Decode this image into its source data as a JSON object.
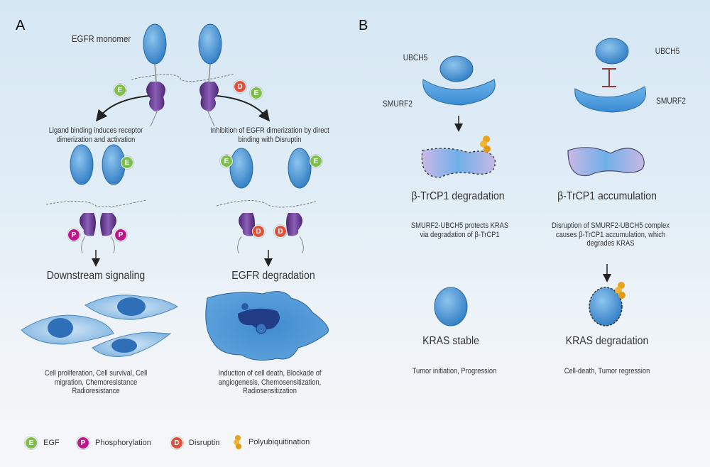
{
  "panels": {
    "a": {
      "letter": "A",
      "monomer_label": "EGFR monomer",
      "left_caption": "Ligand binding induces receptor dimerization and activation",
      "right_caption": "Inhibition of EGFR dimerization by direct binding with Disruptin",
      "left_result": "Downstream  signaling",
      "right_result": "EGFR degradation",
      "left_outcome": "Cell proliferation, Cell survival, Cell migration, Chemoresistance Radioresistance",
      "right_outcome": "Induction of cell death, Blockade of angiogenesis, Chemosensitization, Radiosensitization"
    },
    "b": {
      "letter": "B",
      "left_ubch5": "UBCH5",
      "left_smurf2": "SMURF2",
      "right_ubch5": "UBCH5",
      "right_smurf2": "SMURF2",
      "left_state": "β-TrCP1 degradation",
      "right_state": "β-TrCP1 accumulation",
      "left_desc": "SMURF2-UBCH5 protects KRAS via degradation of β-TrCP1",
      "right_desc": "Disruption of  SMURF2-UBCH5 complex  causes  β-TrCP1 accumulation, which degrades KRAS",
      "left_kras": "KRAS stable",
      "right_kras": "KRAS degradation",
      "left_outcome": "Tumor initiation, Progression",
      "right_outcome": "Cell-death, Tumor regression"
    }
  },
  "badges": {
    "egf": "E",
    "phospho": "P",
    "disruptin": "D"
  },
  "legend": [
    {
      "symbol": "E",
      "label": "EGF",
      "color": "#7cbf4a"
    },
    {
      "symbol": "P",
      "label": "Phosphorylation",
      "color": "#c0168c"
    },
    {
      "symbol": "D",
      "label": "Disruptin",
      "color": "#e0503a"
    },
    {
      "symbol": "polyubiquitin-icon",
      "label": "Polyubiquitination",
      "color": "#e8a21c"
    }
  ]
}
